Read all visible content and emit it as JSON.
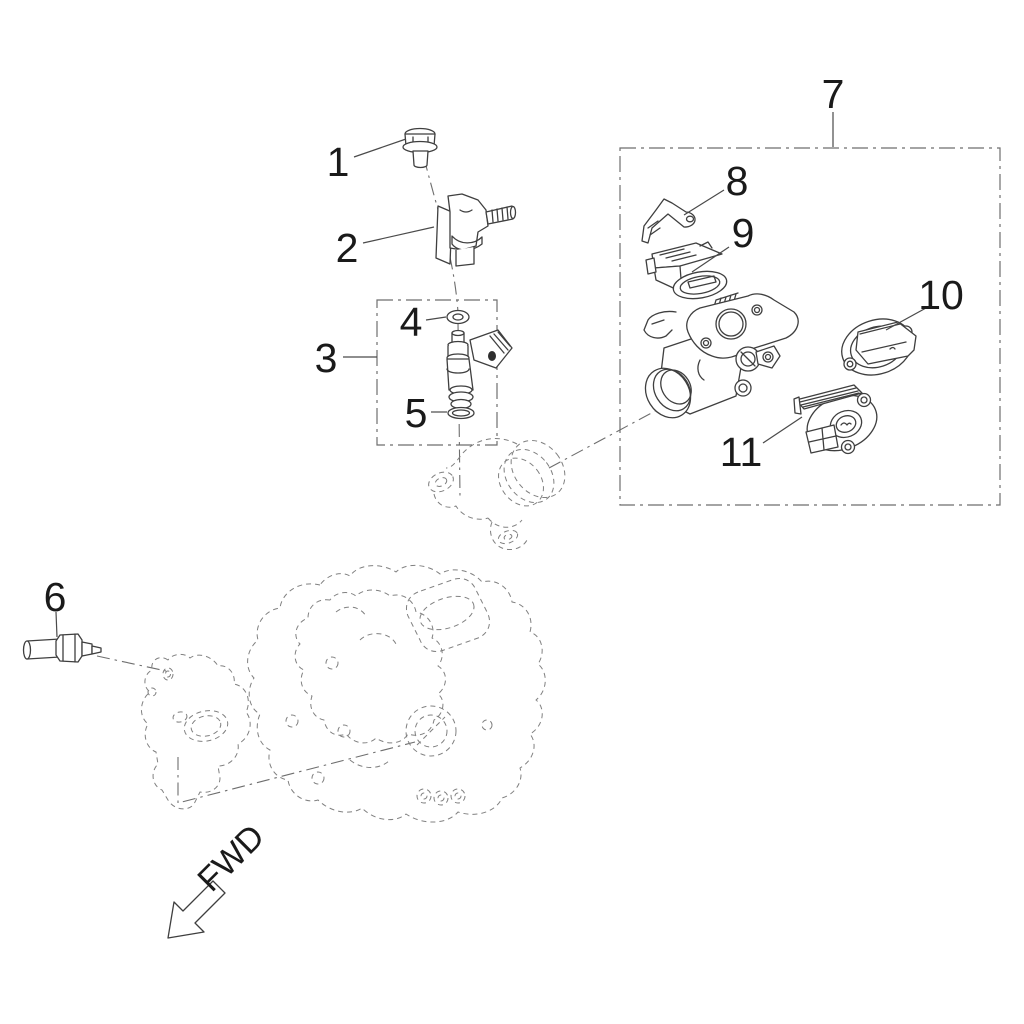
{
  "diagram": {
    "type": "exploded-parts-diagram",
    "callouts": [
      {
        "label": "1"
      },
      {
        "label": "2"
      },
      {
        "label": "3"
      },
      {
        "label": "4"
      },
      {
        "label": "5"
      },
      {
        "label": "6"
      },
      {
        "label": "7"
      },
      {
        "label": "8"
      },
      {
        "label": "9"
      },
      {
        "label": "10"
      },
      {
        "label": "11"
      }
    ],
    "direction_indicator": {
      "label": "FWD"
    },
    "colors": {
      "background": "#ffffff",
      "part_line": "#3f3f3f",
      "reference_line": "#808080",
      "label_text": "#1a1a1a"
    }
  }
}
